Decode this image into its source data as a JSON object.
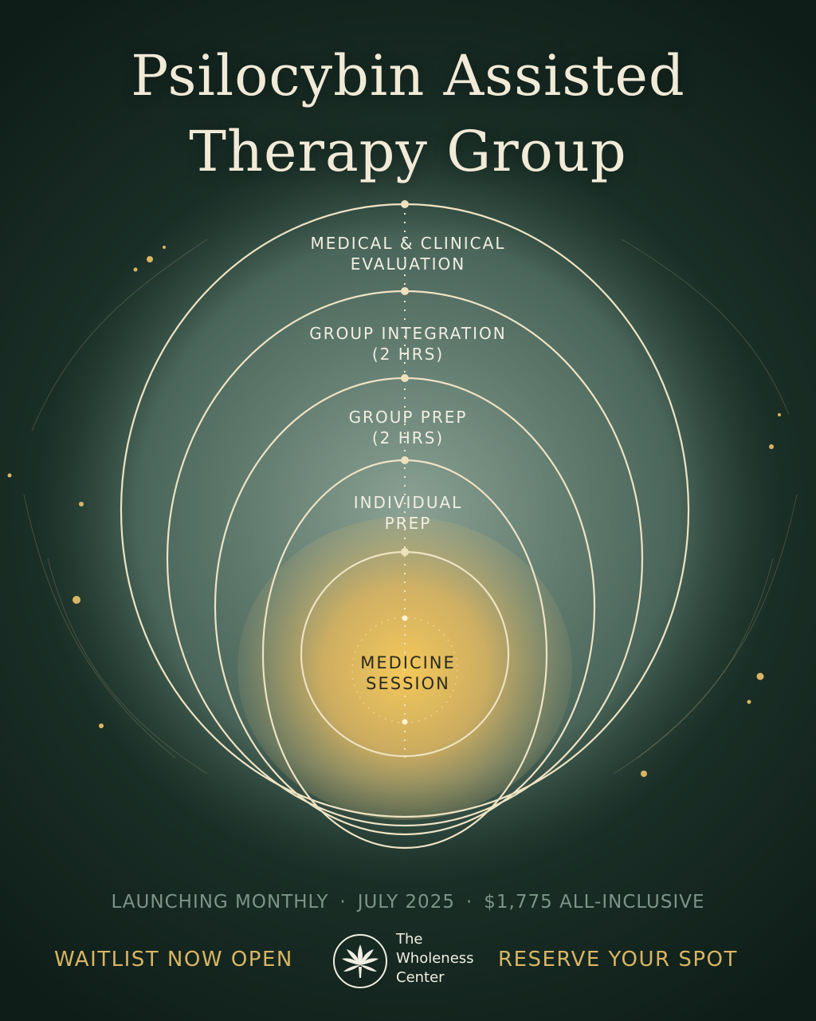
{
  "title": {
    "line1": "Psilocybin Assisted",
    "line2": "Therapy Group"
  },
  "stages": [
    {
      "line1": "MEDICAL & CLINICAL",
      "line2": "EVALUATION"
    },
    {
      "line1": "GROUP INTEGRATION",
      "line2": "(2 HRS)"
    },
    {
      "line1": "GROUP PREP",
      "line2": "(2 HRS)"
    },
    {
      "line1": "INDIVIDUAL",
      "line2": "PREP"
    },
    {
      "line1": "MEDICINE",
      "line2": "SESSION"
    }
  ],
  "info": {
    "cadence": "LAUNCHING MONTHLY",
    "date": "JULY 2025",
    "price": "$1,775 ALL-INCLUSIVE",
    "separator": "·"
  },
  "cta": {
    "left": "WAITLIST NOW OPEN",
    "right": "RESERVE YOUR SPOT"
  },
  "logo": {
    "line1": "The",
    "line2": "Wholeness",
    "line3": "Center",
    "icon": "lotus-leaf-icon"
  },
  "colors": {
    "background": "#14251e",
    "ring": "#eee3c3",
    "accent": "#d9b663",
    "glow": "#f2c75c",
    "text": "#f1eee2"
  }
}
